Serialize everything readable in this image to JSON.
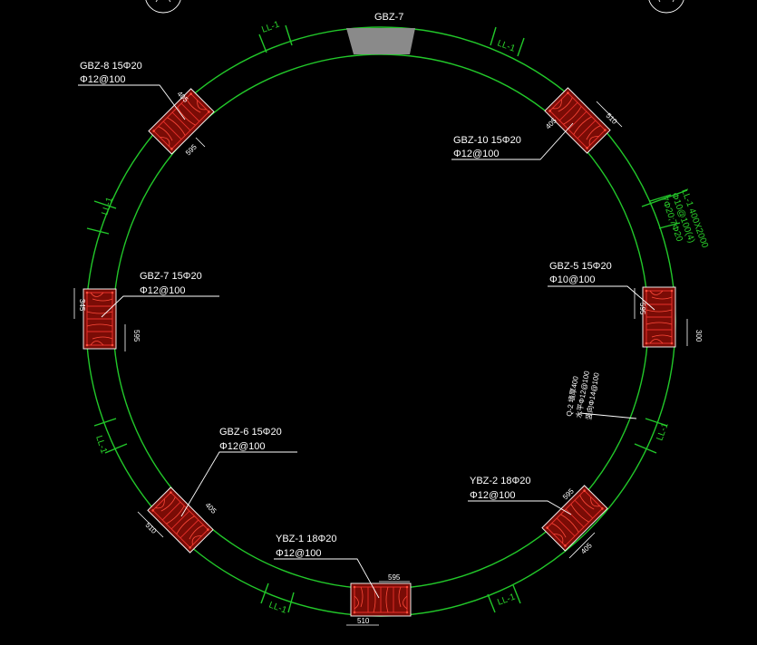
{
  "drawing": {
    "top_label": "GBZ-7",
    "beam_labels": [
      "LL-1",
      "LL-1",
      "LL-1",
      "LL-1",
      "LL-1",
      "LL-1",
      "LL-1"
    ],
    "beam_spec": {
      "title": "LL-1 400X2000",
      "line2": "Φ10@100(4)",
      "line3": "7Φ20;7Φ20"
    },
    "columns": [
      {
        "id": "gbz8",
        "name": "GBZ-8 15Φ20",
        "stirrup": "Φ12@100",
        "dim_a": "405",
        "dim_b": "595"
      },
      {
        "id": "gbz10",
        "name": "GBZ-10 15Φ20",
        "stirrup": "Φ12@100",
        "dim_a": "405",
        "dim_b": "510"
      },
      {
        "id": "gbz7",
        "name": "GBZ-7 15Φ20",
        "stirrup": "Φ12@100",
        "dim_a": "345",
        "dim_b": "595"
      },
      {
        "id": "gbz5",
        "name": "GBZ-5 15Φ20",
        "stirrup": "Φ10@100",
        "dim_a": "595",
        "dim_b": "300"
      },
      {
        "id": "gbz6",
        "name": "GBZ-6 15Φ20",
        "stirrup": "Φ12@100",
        "dim_a": "405",
        "dim_b": "510"
      },
      {
        "id": "ybz2",
        "name": "YBZ-2 18Φ20",
        "stirrup": "Φ12@100",
        "dim_a": "595",
        "dim_b": "405"
      },
      {
        "id": "ybz1",
        "name": "YBZ-1 18Φ20",
        "stirrup": "Φ12@100",
        "dim_a": "595",
        "dim_b": "510"
      }
    ],
    "wall_note": {
      "line1": "Q-2 墙厚400",
      "line2": "水平Φ12@100",
      "line3": "竖向Φ14@100"
    },
    "colors": {
      "ring": "#22c82a",
      "column_fill": "#7a0c06",
      "rebar": "#e8302a",
      "top_block": "#8a8a8a"
    }
  }
}
